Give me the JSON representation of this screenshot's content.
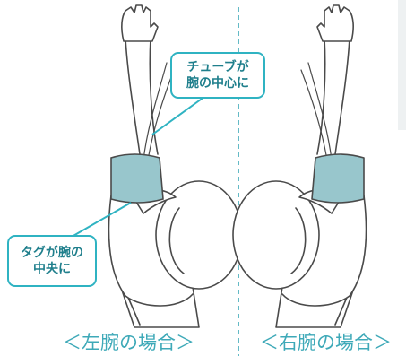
{
  "callouts": {
    "tube": {
      "line1": "チューブが",
      "line2": "腕の中心に"
    },
    "tag": {
      "line1": "タグが腕の",
      "line2": "中央に"
    }
  },
  "captions": {
    "left": "＜左腕の場合＞",
    "right": "＜右腕の場合＞"
  },
  "colors": {
    "accent": "#2fb3c2",
    "cuff": "#98c6cc",
    "outline": "#4a4a4a",
    "divider": "#3ea9b8"
  }
}
